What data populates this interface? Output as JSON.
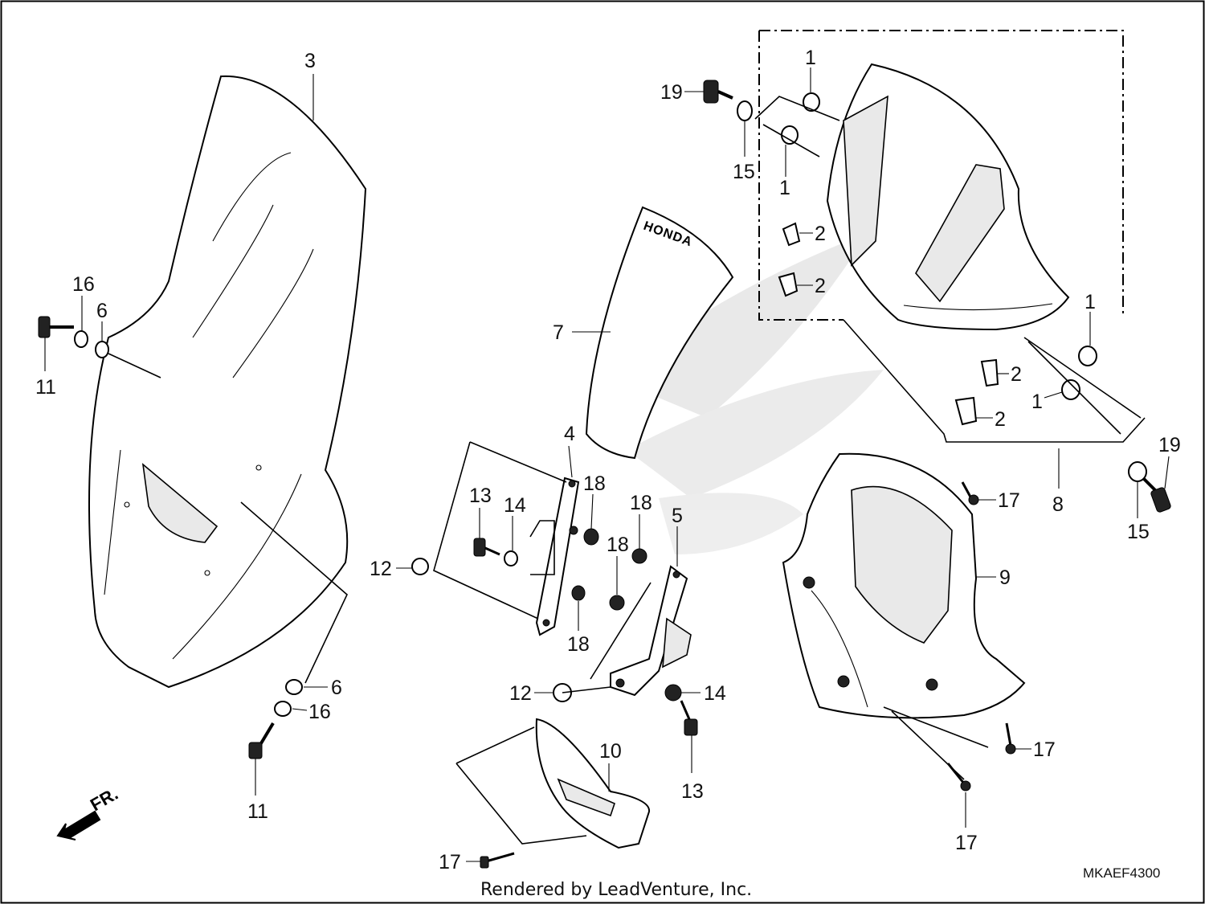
{
  "diagram": {
    "callouts": [
      {
        "id": "c3",
        "text": "3"
      },
      {
        "id": "c16a",
        "text": "16"
      },
      {
        "id": "c6a",
        "text": "6"
      },
      {
        "id": "c11a",
        "text": "11"
      },
      {
        "id": "c6b",
        "text": "6"
      },
      {
        "id": "c16b",
        "text": "16"
      },
      {
        "id": "c11b",
        "text": "11"
      },
      {
        "id": "c7",
        "text": "7"
      },
      {
        "id": "c4",
        "text": "4"
      },
      {
        "id": "c18a",
        "text": "18"
      },
      {
        "id": "c13a",
        "text": "13"
      },
      {
        "id": "c14a",
        "text": "14"
      },
      {
        "id": "c12a",
        "text": "12"
      },
      {
        "id": "c18b",
        "text": "18"
      },
      {
        "id": "c18c",
        "text": "18"
      },
      {
        "id": "c18d",
        "text": "18"
      },
      {
        "id": "c5",
        "text": "5"
      },
      {
        "id": "c12b",
        "text": "12"
      },
      {
        "id": "c14b",
        "text": "14"
      },
      {
        "id": "c13b",
        "text": "13"
      },
      {
        "id": "c10",
        "text": "10"
      },
      {
        "id": "c17a",
        "text": "17"
      },
      {
        "id": "c19a",
        "text": "19"
      },
      {
        "id": "c15a",
        "text": "15"
      },
      {
        "id": "c1a",
        "text": "1"
      },
      {
        "id": "c1b",
        "text": "1"
      },
      {
        "id": "c2a",
        "text": "2"
      },
      {
        "id": "c2b",
        "text": "2"
      },
      {
        "id": "c1c",
        "text": "1"
      },
      {
        "id": "c1d",
        "text": "1"
      },
      {
        "id": "c2c",
        "text": "2"
      },
      {
        "id": "c2d",
        "text": "2"
      },
      {
        "id": "c17b",
        "text": "17"
      },
      {
        "id": "c8",
        "text": "8"
      },
      {
        "id": "c19b",
        "text": "19"
      },
      {
        "id": "c15b",
        "text": "15"
      },
      {
        "id": "c9",
        "text": "9"
      },
      {
        "id": "c17c",
        "text": "17"
      },
      {
        "id": "c17d",
        "text": "17"
      }
    ],
    "front_indicator": "FR.",
    "diagram_code": "MKAEF4300",
    "footer": "Rendered by LeadVenture, Inc."
  },
  "colors": {
    "ink": "#000000",
    "background": "#ffffff",
    "watermark": "#cfcfcf"
  }
}
